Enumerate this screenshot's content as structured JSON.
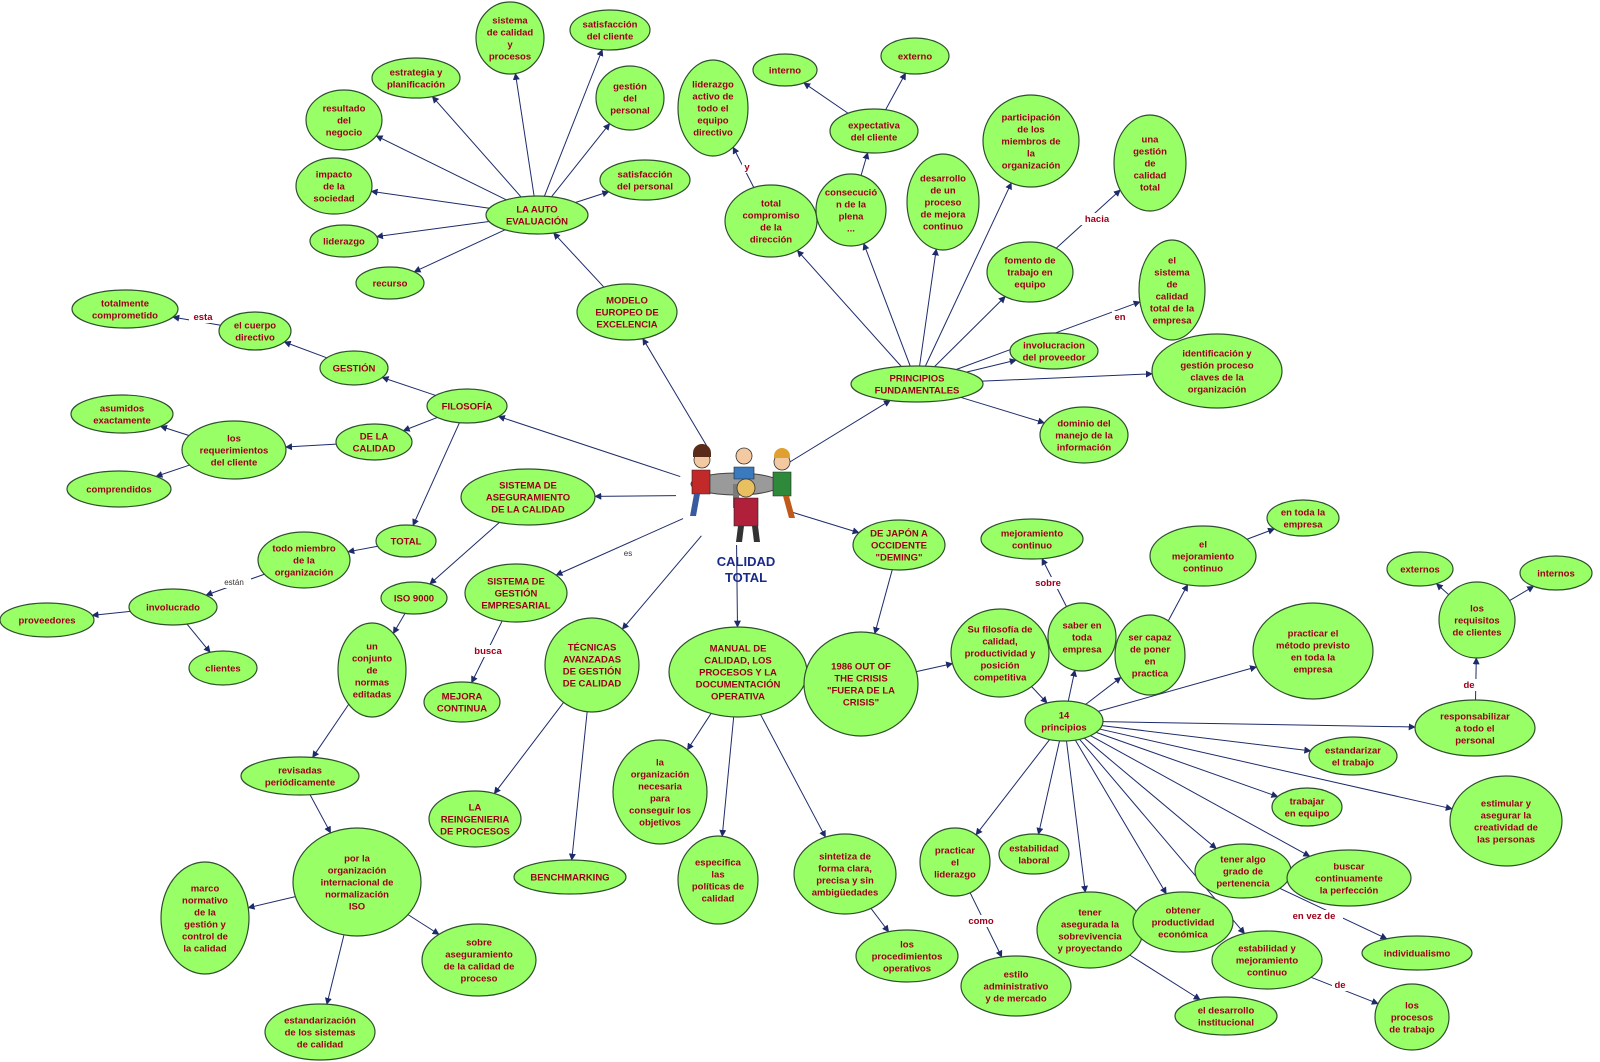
{
  "center": {
    "title": [
      "CALIDAD",
      "TOTAL"
    ],
    "icon": "people-around-table-icon"
  },
  "colors": {
    "node_fill": "#99ff66",
    "node_text": "#a0001a",
    "link": "#1e2b6b",
    "center_title": "#1a2a8a"
  },
  "nodes": {
    "sistema_calidad_procesos": [
      "sistema",
      "de calidad",
      "y",
      "procesos"
    ],
    "satisfaccion_cliente": [
      "satisfacción",
      "del cliente"
    ],
    "estrategia": [
      "estrategia y",
      "planificación"
    ],
    "resultado_negocio": [
      "resultado",
      "del",
      "negocio"
    ],
    "gestion_personal": [
      "gestión",
      "del",
      "personal"
    ],
    "impacto_sociedad": [
      "impacto",
      "de la",
      "sociedad"
    ],
    "satisfaccion_personal": [
      "satisfacción",
      "del personal"
    ],
    "auto_evaluacion": [
      "LA AUTO",
      "EVALUACIÓN"
    ],
    "liderazgo": [
      "liderazgo"
    ],
    "recurso": [
      "recurso"
    ],
    "modelo_europeo": [
      "MODELO",
      "EUROPEO DE",
      "EXCELENCIA"
    ],
    "liderazgo_activo": [
      "liderazgo",
      "activo de",
      "todo el",
      "equipo",
      "directivo"
    ],
    "interno": [
      "interno"
    ],
    "externo": [
      "externo"
    ],
    "expectativa_cliente": [
      "expectativa",
      "del cliente"
    ],
    "total_compromiso": [
      "total",
      "compromiso",
      "de la",
      "dirección"
    ],
    "consecucion": [
      "consecució",
      "n de la",
      "plena",
      "..."
    ],
    "desarrollo_proceso": [
      "desarrollo",
      "de un",
      "proceso",
      "de mejora",
      "continuo"
    ],
    "participacion": [
      "participación",
      "de los",
      "miembros de",
      "la",
      "organización"
    ],
    "una_gestion": [
      "una",
      "gestión",
      "de",
      "calidad",
      "total"
    ],
    "fomento_trabajo": [
      "fomento de",
      "trabajo en",
      "equipo"
    ],
    "el_sistema": [
      "el",
      "sistema",
      "de",
      "calidad",
      "total de la",
      "empresa"
    ],
    "involucracion_proveedor": [
      "involucracion",
      "del proveedor"
    ],
    "identificacion": [
      "identificación y",
      "gestión proceso",
      "claves de la",
      "organización"
    ],
    "principios_fundamentales": [
      "PRINCIPIOS",
      "FUNDAMENTALES"
    ],
    "dominio": [
      "dominio del",
      "manejo de la",
      "información"
    ],
    "totalmente": [
      "totalmente",
      "comprometido"
    ],
    "cuerpo_directivo": [
      "el cuerpo",
      "directivo"
    ],
    "gestion": [
      "GESTIÓN"
    ],
    "filosofia": [
      "FILOSOFÍA"
    ],
    "asumidos": [
      "asumidos",
      "exactamente"
    ],
    "requerimientos": [
      "los",
      "requerimientos",
      "del cliente"
    ],
    "de_la_calidad": [
      "DE LA",
      "CALIDAD"
    ],
    "comprendidos": [
      "comprendidos"
    ],
    "sistema_aseguramiento": [
      "SISTEMA DE",
      "ASEGURAMIENTO",
      "DE LA CALIDAD"
    ],
    "total": [
      "TOTAL"
    ],
    "todo_miembro": [
      "todo miembro",
      "de la",
      "organización"
    ],
    "iso_9000": [
      "ISO 9000"
    ],
    "sistema_gestion": [
      "SISTEMA DE",
      "GESTIÓN",
      "EMPRESARIAL"
    ],
    "proveedores": [
      "proveedores"
    ],
    "involucrado": [
      "involucrado"
    ],
    "clientes": [
      "clientes"
    ],
    "conjunto_normas": [
      "un",
      "conjunto",
      "de",
      "normas",
      "editadas"
    ],
    "mejora_continua": [
      "MEJORA",
      "CONTINUA"
    ],
    "tecnicas": [
      "TÉCNICAS",
      "AVANZADAS",
      "DE GESTIÓN",
      "DE CALIDAD"
    ],
    "manual": [
      "MANUAL DE",
      "CALIDAD, LOS",
      "PROCESOS Y LA",
      "DOCUMENTACIÓN",
      "OPERATIVA"
    ],
    "japon": [
      "DE JAPÓN A",
      "OCCIDENTE",
      "\"DEMING\""
    ],
    "out_of_crisis": [
      "1986 OUT OF",
      "THE CRISIS",
      "\"FUERA DE LA",
      "CRISIS\""
    ],
    "revisadas": [
      "revisadas",
      "periódicamente"
    ],
    "organizacion_necesaria": [
      "la",
      "organización",
      "necesaria",
      "para",
      "conseguir los",
      "objetivos"
    ],
    "reingenieria": [
      "LA",
      "REINGENIERIA",
      "DE PROCESOS"
    ],
    "benchmarking": [
      "BENCHMARKING"
    ],
    "especifica": [
      "especifica",
      "las",
      "políticas de",
      "calidad"
    ],
    "sintetiza": [
      "sintetiza de",
      "forma clara,",
      "precisa y sin",
      "ambigüedades"
    ],
    "procedimientos": [
      "los",
      "procedimientos",
      "operativos"
    ],
    "por_organizacion": [
      "por la",
      "organización",
      "internacional de",
      "normalización",
      "ISO"
    ],
    "marco_normativo": [
      "marco",
      "normativo",
      "de la",
      "gestión y",
      "control de",
      "la calidad"
    ],
    "sobre_aseguramiento": [
      "sobre",
      "aseguramiento",
      "de la calidad de",
      "proceso"
    ],
    "estandarizacion": [
      "estandarización",
      "de los sistemas",
      "de calidad"
    ],
    "mejoramiento_continuo": [
      "mejoramiento",
      "continuo"
    ],
    "su_filosofia": [
      "Su filosofía de",
      "calidad,",
      "productividad y",
      "posición",
      "competitiva"
    ],
    "saber_empresa": [
      "saber en",
      "toda",
      "empresa"
    ],
    "en_toda_empresa": [
      "en toda la",
      "empresa"
    ],
    "el_mejoramiento": [
      "el",
      "mejoramiento",
      "continuo"
    ],
    "ser_capaz": [
      "ser capaz",
      "de poner",
      "en",
      "practica"
    ],
    "practicar_metodo": [
      "practicar el",
      "método previsto",
      "en toda la",
      "empresa"
    ],
    "externos": [
      "externos"
    ],
    "internos": [
      "internos"
    ],
    "requisitos_clientes": [
      "los",
      "requisitos",
      "de clientes"
    ],
    "catorce_principios": [
      "14",
      "principios"
    ],
    "responsabilizar": [
      "responsabilizar",
      "a todo el",
      "personal"
    ],
    "estandarizar": [
      "estandarizar",
      "el trabajo"
    ],
    "trabajar_equipo": [
      "trabajar",
      "en equipo"
    ],
    "estimular": [
      "estimular y",
      "asegurar la",
      "creatividad de",
      "las personas"
    ],
    "practicar_liderazgo": [
      "practicar",
      "el",
      "liderazgo"
    ],
    "estabilidad_laboral": [
      "estabilidad",
      "laboral"
    ],
    "tener_grado": [
      "tener algo",
      "grado de",
      "pertenencia"
    ],
    "buscar_perfeccion": [
      "buscar",
      "continuamente",
      "la perfección"
    ],
    "tener_asegurada": [
      "tener",
      "asegurada la",
      "sobrevivencia",
      "y proyectando"
    ],
    "obtener_productividad": [
      "obtener",
      "productividad",
      "económica"
    ],
    "estabilidad_mejoramiento": [
      "estabilidad y",
      "mejoramiento",
      "continuo"
    ],
    "individualismo": [
      "individualismo"
    ],
    "estilo_administrativo": [
      "estilo",
      "administrativo",
      "y de mercado"
    ],
    "desarrollo_institucional": [
      "el desarrollo",
      "institucional"
    ],
    "procesos_trabajo": [
      "los",
      "procesos",
      "de trabajo"
    ]
  },
  "link_labels": {
    "y": "y",
    "hacia": "hacia",
    "en": "en",
    "esta": "esta",
    "estan": "están",
    "es": "es",
    "busca": "busca",
    "sobre": "sobre",
    "de_requisitos": "de",
    "como": "como",
    "en_vez_de": "en vez de",
    "de_procesos": "de"
  }
}
